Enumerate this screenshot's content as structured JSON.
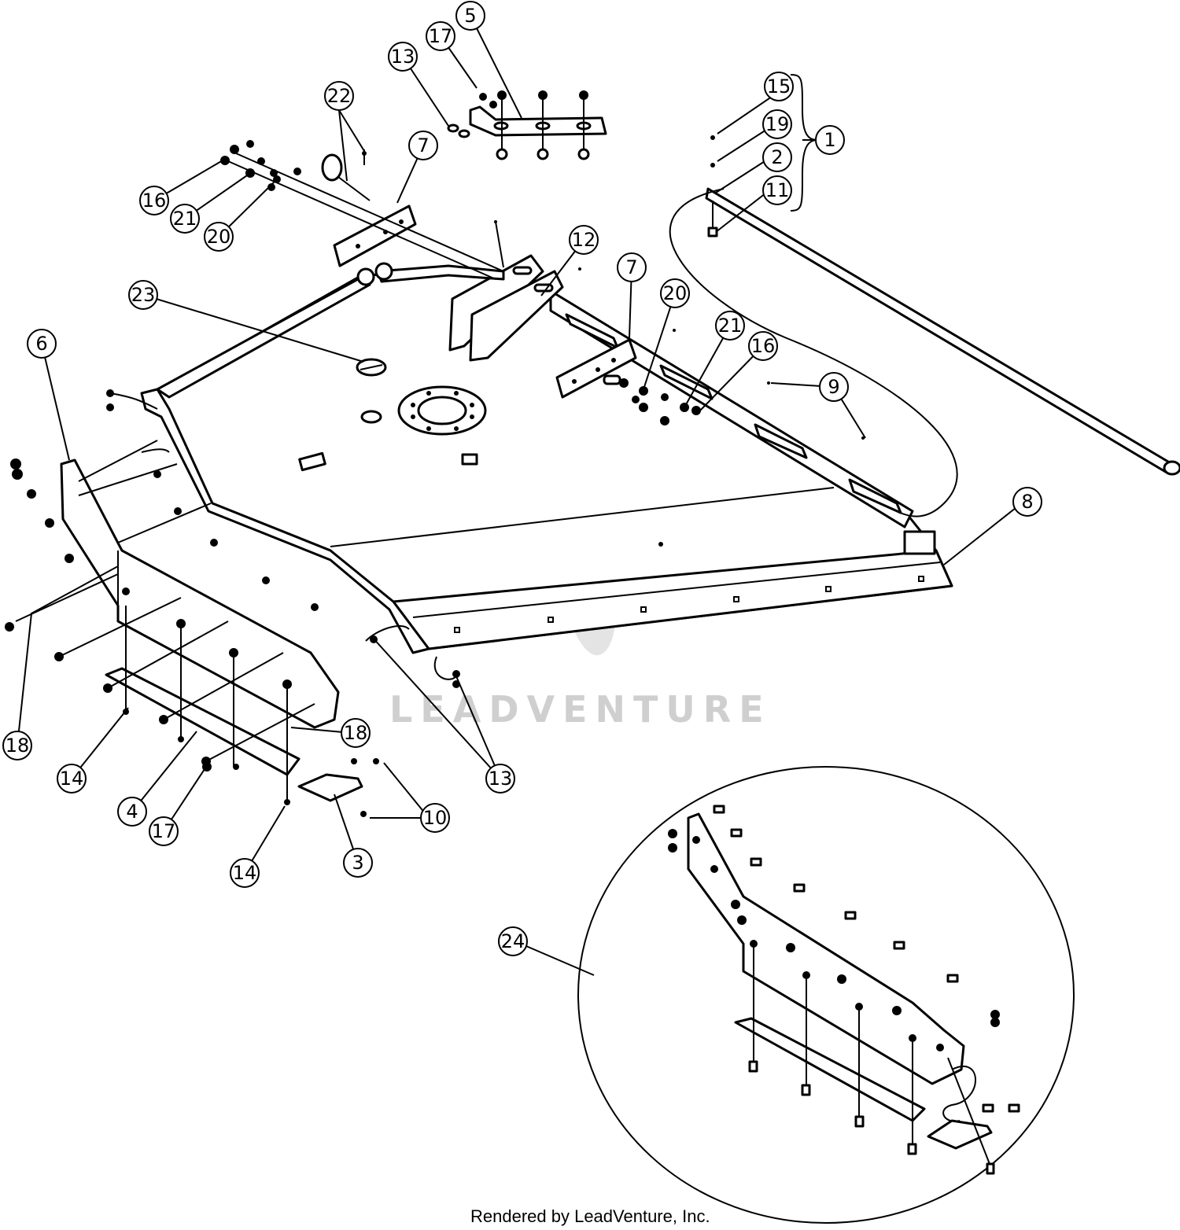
{
  "diagram": {
    "callouts": [
      "1",
      "2",
      "3",
      "4",
      "5",
      "6",
      "7",
      "7",
      "8",
      "9",
      "10",
      "11",
      "12",
      "13",
      "13",
      "14",
      "14",
      "15",
      "16",
      "16",
      "17",
      "17",
      "18",
      "18",
      "19",
      "20",
      "20",
      "21",
      "21",
      "22",
      "23",
      "24"
    ]
  },
  "watermark": "LEADVENTURE",
  "footer": {
    "credit": "Rendered by LeadVenture, Inc."
  }
}
